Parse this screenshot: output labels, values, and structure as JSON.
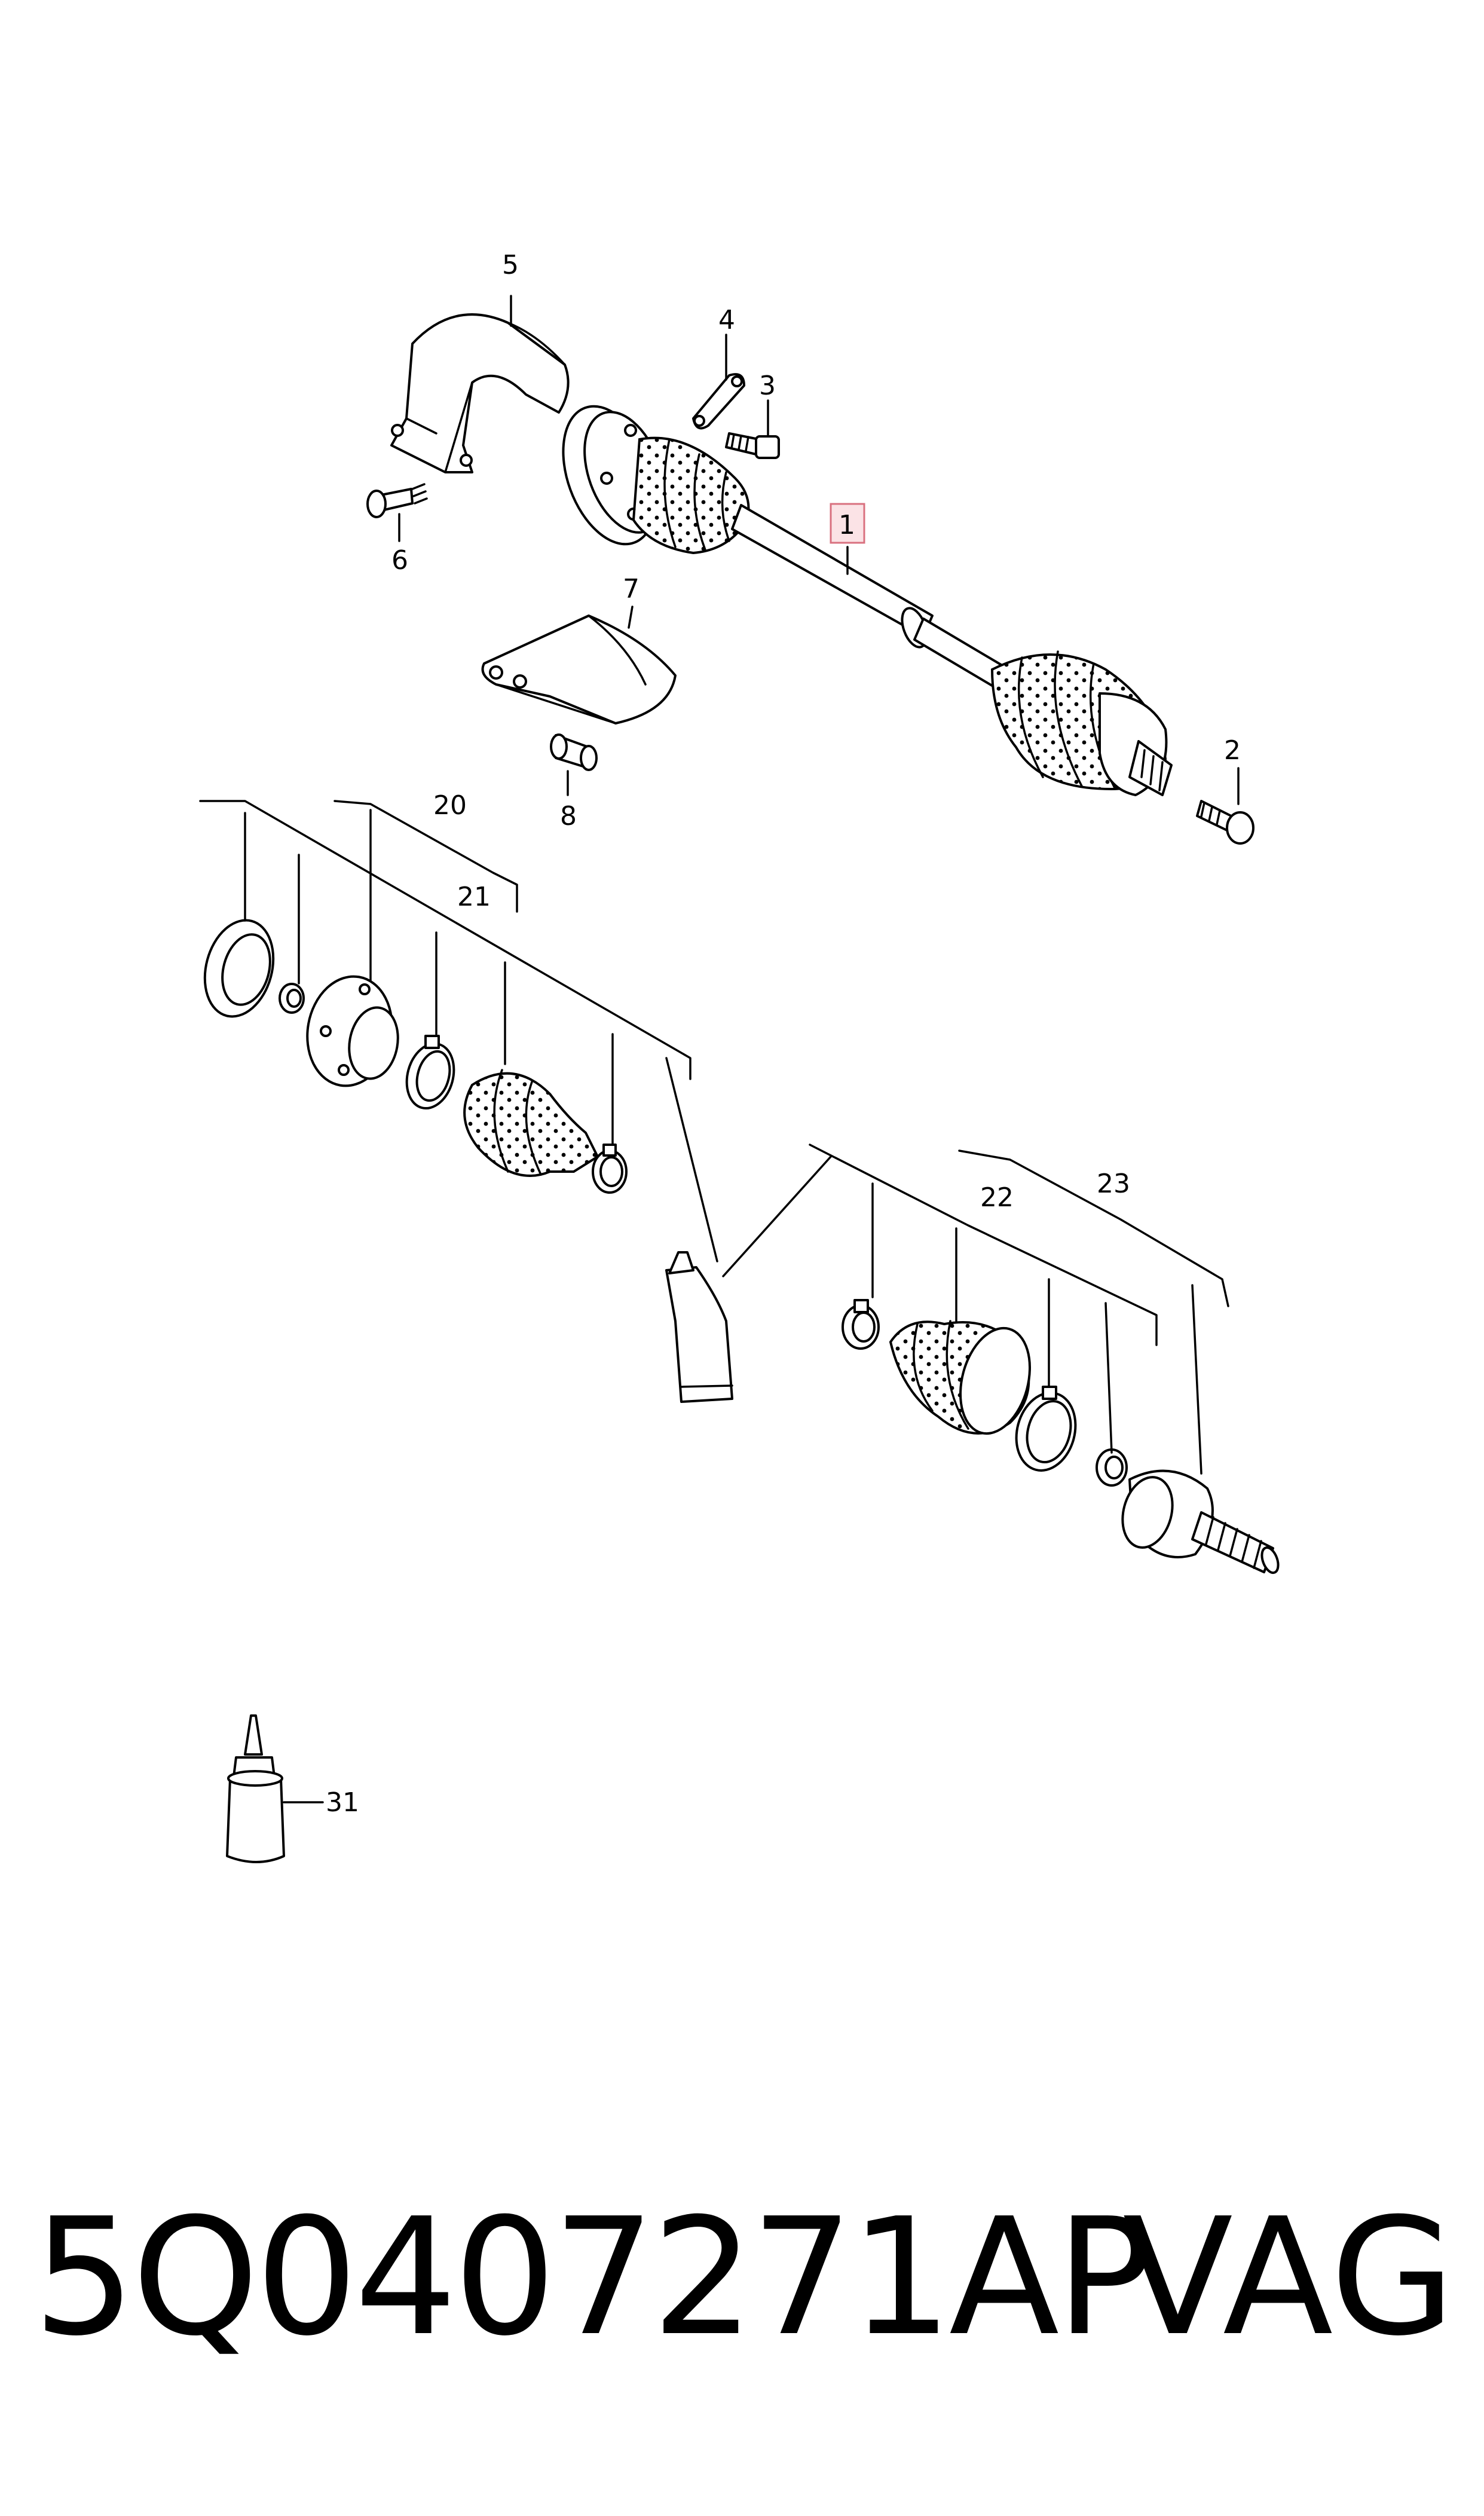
{
  "diagram": {
    "callouts": {
      "c1": "1",
      "c2": "2",
      "c3": "3",
      "c4": "4",
      "c5": "5",
      "c6": "6",
      "c7": "7",
      "c8": "8",
      "c20": "20",
      "c21": "21",
      "c22": "22",
      "c23": "23",
      "c31": "31"
    },
    "highlight_color": "#e8a0a8"
  },
  "footer": {
    "part_number": "5Q0407271AP",
    "brand": "VAG"
  }
}
